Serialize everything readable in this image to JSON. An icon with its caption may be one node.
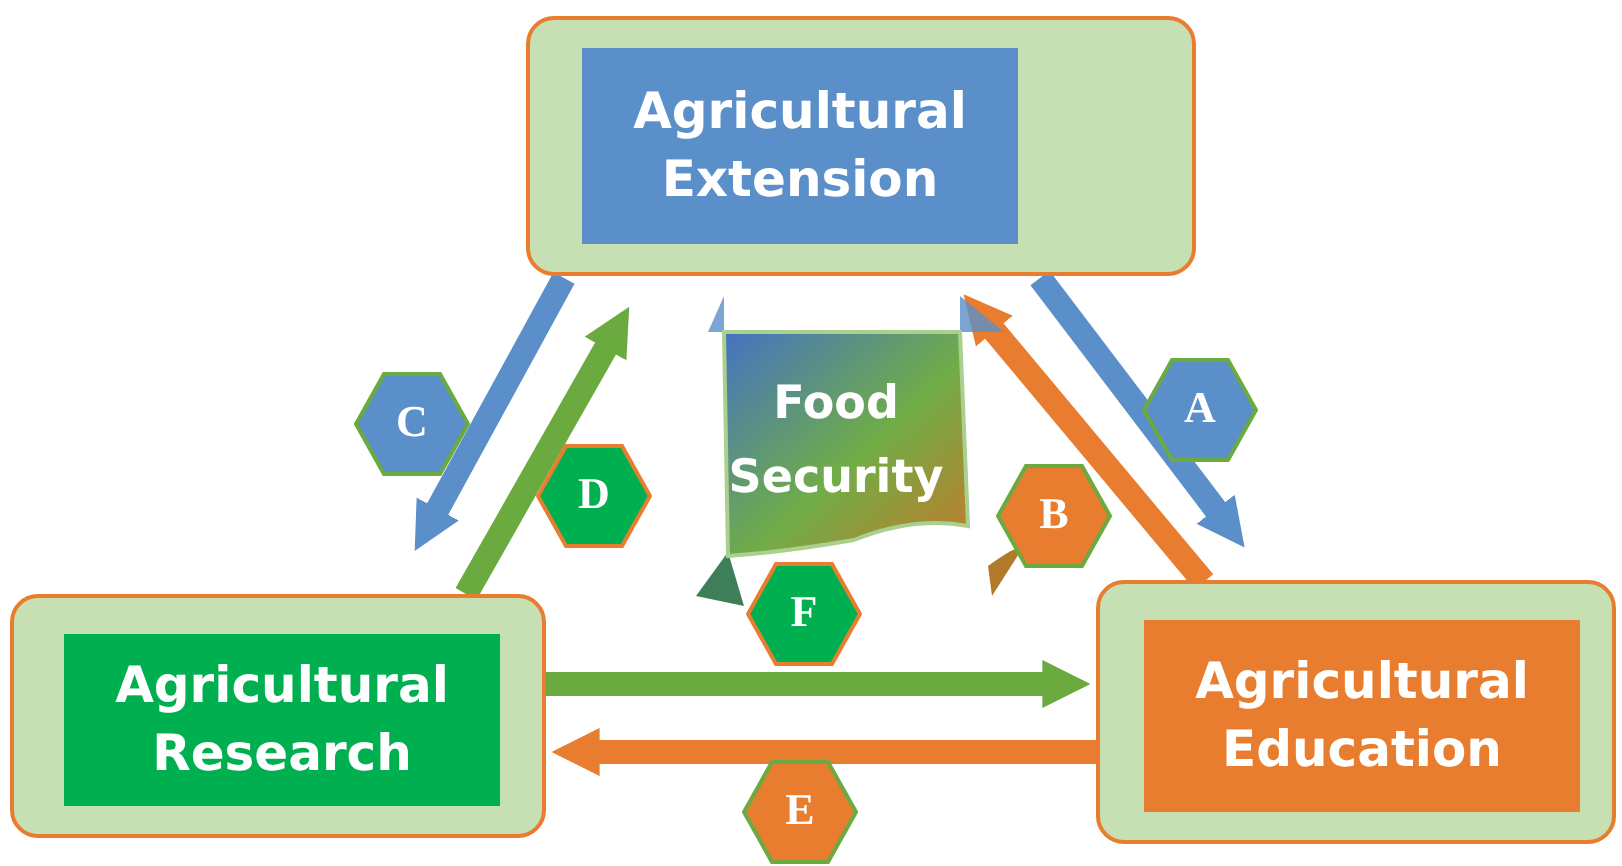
{
  "diagram": {
    "nodes": [
      {
        "text": [],
        "shape": "box"
      },
      {
        "text": [
          "Agricultural Extension"
        ],
        "in": 0
      },
      {
        "text": [
          "Food Security"
        ]
      },
      {
        "text": [
          "A"
        ]
      },
      {
        "text": [
          "C"
        ]
      },
      {
        "text": [
          "B"
        ]
      },
      {
        "text": [
          "D"
        ]
      },
      {
        "text": [],
        "shape": "box"
      },
      {
        "text": [
          "Agricultural Research"
        ],
        "in": 7
      },
      {
        "text": [
          "F"
        ]
      },
      {
        "text": [],
        "shape": "box"
      },
      {
        "text": [
          "Agricultural Education"
        ],
        "in": 10
      },
      {
        "text": [
          "E"
        ]
      }
    ],
    "edges": [
      {
        "from": 0,
        "to": 10,
        "arrow": "to",
        "color": "#5b8fc9"
      },
      {
        "from": 10,
        "to": 0,
        "arrow": "to",
        "color": "#e97d2f"
      },
      {
        "from": 0,
        "to": 7,
        "arrow": "to",
        "color": "#5b8fc9"
      },
      {
        "from": 7,
        "to": 0,
        "arrow": "to",
        "color": "#6aaa3f"
      },
      {
        "from": 7,
        "to": 10,
        "arrow": "to",
        "color": "#6aaa3f"
      },
      {
        "from": 10,
        "to": 7,
        "arrow": "to",
        "color": "#e97d2f"
      }
    ]
  }
}
